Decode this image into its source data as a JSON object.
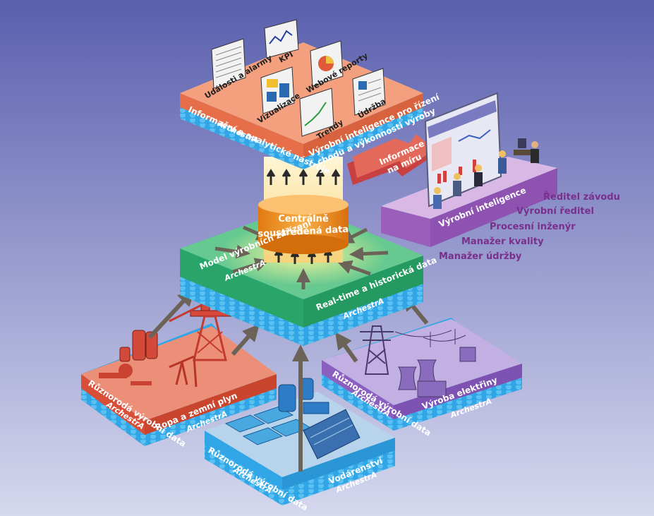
{
  "colors": {
    "bg_top": "#5a5fae",
    "bg_bottom": "#d6d8ee",
    "top_layer": "#f0906a",
    "center_layer": "#5ec488",
    "oil_layer": "#e1624a",
    "water_layer": "#b8d4ec",
    "power_layer": "#9b7cc8",
    "intel_layer": "#c18fd4",
    "strip_blue": "#31a6e6",
    "cylinder": "#f29a27",
    "role_text": "#7a2f8c",
    "arrow_grey": "#6b6357"
  },
  "top_layer": {
    "title": "Informační a analytické nástroje",
    "archestra": "ArchestrA",
    "subtitle_line1": "Výrobní inteligence pro řízení",
    "subtitle_line2": "chodu a výkonnosti výroby",
    "tools": {
      "events": "Události a alarmy",
      "kpi": "KPI",
      "visualization": "Vizualizace",
      "web_reports": "Webové reporty",
      "trends": "Trendy",
      "maintenance": "Údržba"
    }
  },
  "cylinder": {
    "line1": "Centrálně",
    "line2": "soustředěná data"
  },
  "center_layer": {
    "left_title": "Model výrobních zařízení",
    "left_archestra": "ArchestrA",
    "right_title": "Real-time a historická data",
    "right_archestra": "ArchestrA"
  },
  "info_arrow": {
    "line1": "Informace",
    "line2": "na míru"
  },
  "intel_layer": {
    "title": "Výrobní inteligence",
    "roles": [
      "Ředitel závodu",
      "Výrobní ředitel",
      "Procesní inženýr",
      "Manažer kvality",
      "Manažer údržby"
    ]
  },
  "oil_layer": {
    "left_title": "Různorodá výrobní data",
    "left_archestra": "ArchestrA",
    "right_title": "Ropa a zemní plyn",
    "right_archestra": "ArchestrA"
  },
  "water_layer": {
    "left_title": "Různorodá výrobní data",
    "left_archestra": "ArchestrA",
    "right_title": "Vodárenství",
    "right_archestra": "ArchestrA"
  },
  "power_layer": {
    "left_title": "Různorodá výrobní data",
    "left_archestra": "ArchestrA",
    "right_title": "Výroba elektřiny",
    "right_archestra": "ArchestrA"
  }
}
